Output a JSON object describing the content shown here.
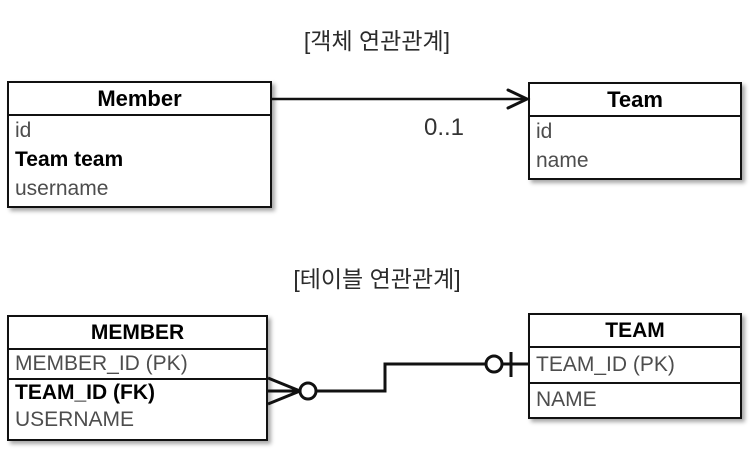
{
  "diagram": {
    "title_object_model": "[객체 연관관계]",
    "title_table_model": "[테이블 연관관계]",
    "colors": {
      "stroke": "#111111",
      "attribute_text": "#4d4d4d",
      "header_text": "#000000",
      "background": "#ffffff"
    }
  },
  "object_model": {
    "member": {
      "name": "Member",
      "attributes": [
        {
          "label": "id",
          "emphasis": false
        },
        {
          "label": "Team team",
          "emphasis": true
        },
        {
          "label": "username",
          "emphasis": false
        }
      ]
    },
    "team": {
      "name": "Team",
      "attributes": [
        {
          "label": "id",
          "emphasis": false
        },
        {
          "label": "name",
          "emphasis": false
        }
      ]
    },
    "association": {
      "multiplicity": "0..1",
      "direction": "member-to-team",
      "arrow": "open-arrow-icon"
    }
  },
  "table_model": {
    "member_table": {
      "name": "MEMBER",
      "primary_key": {
        "label": "MEMBER_ID (PK)",
        "emphasis": false
      },
      "columns": [
        {
          "label": "TEAM_ID (FK)",
          "emphasis": true
        },
        {
          "label": "USERNAME",
          "emphasis": false
        }
      ]
    },
    "team_table": {
      "name": "TEAM",
      "columns": [
        {
          "label": "TEAM_ID (PK)",
          "emphasis": false
        },
        {
          "label": "NAME",
          "emphasis": false
        }
      ]
    },
    "relationship": {
      "left_cardinality": "crows-foot-zero-or-many-icon",
      "right_cardinality": "zero-or-one-icon"
    }
  }
}
